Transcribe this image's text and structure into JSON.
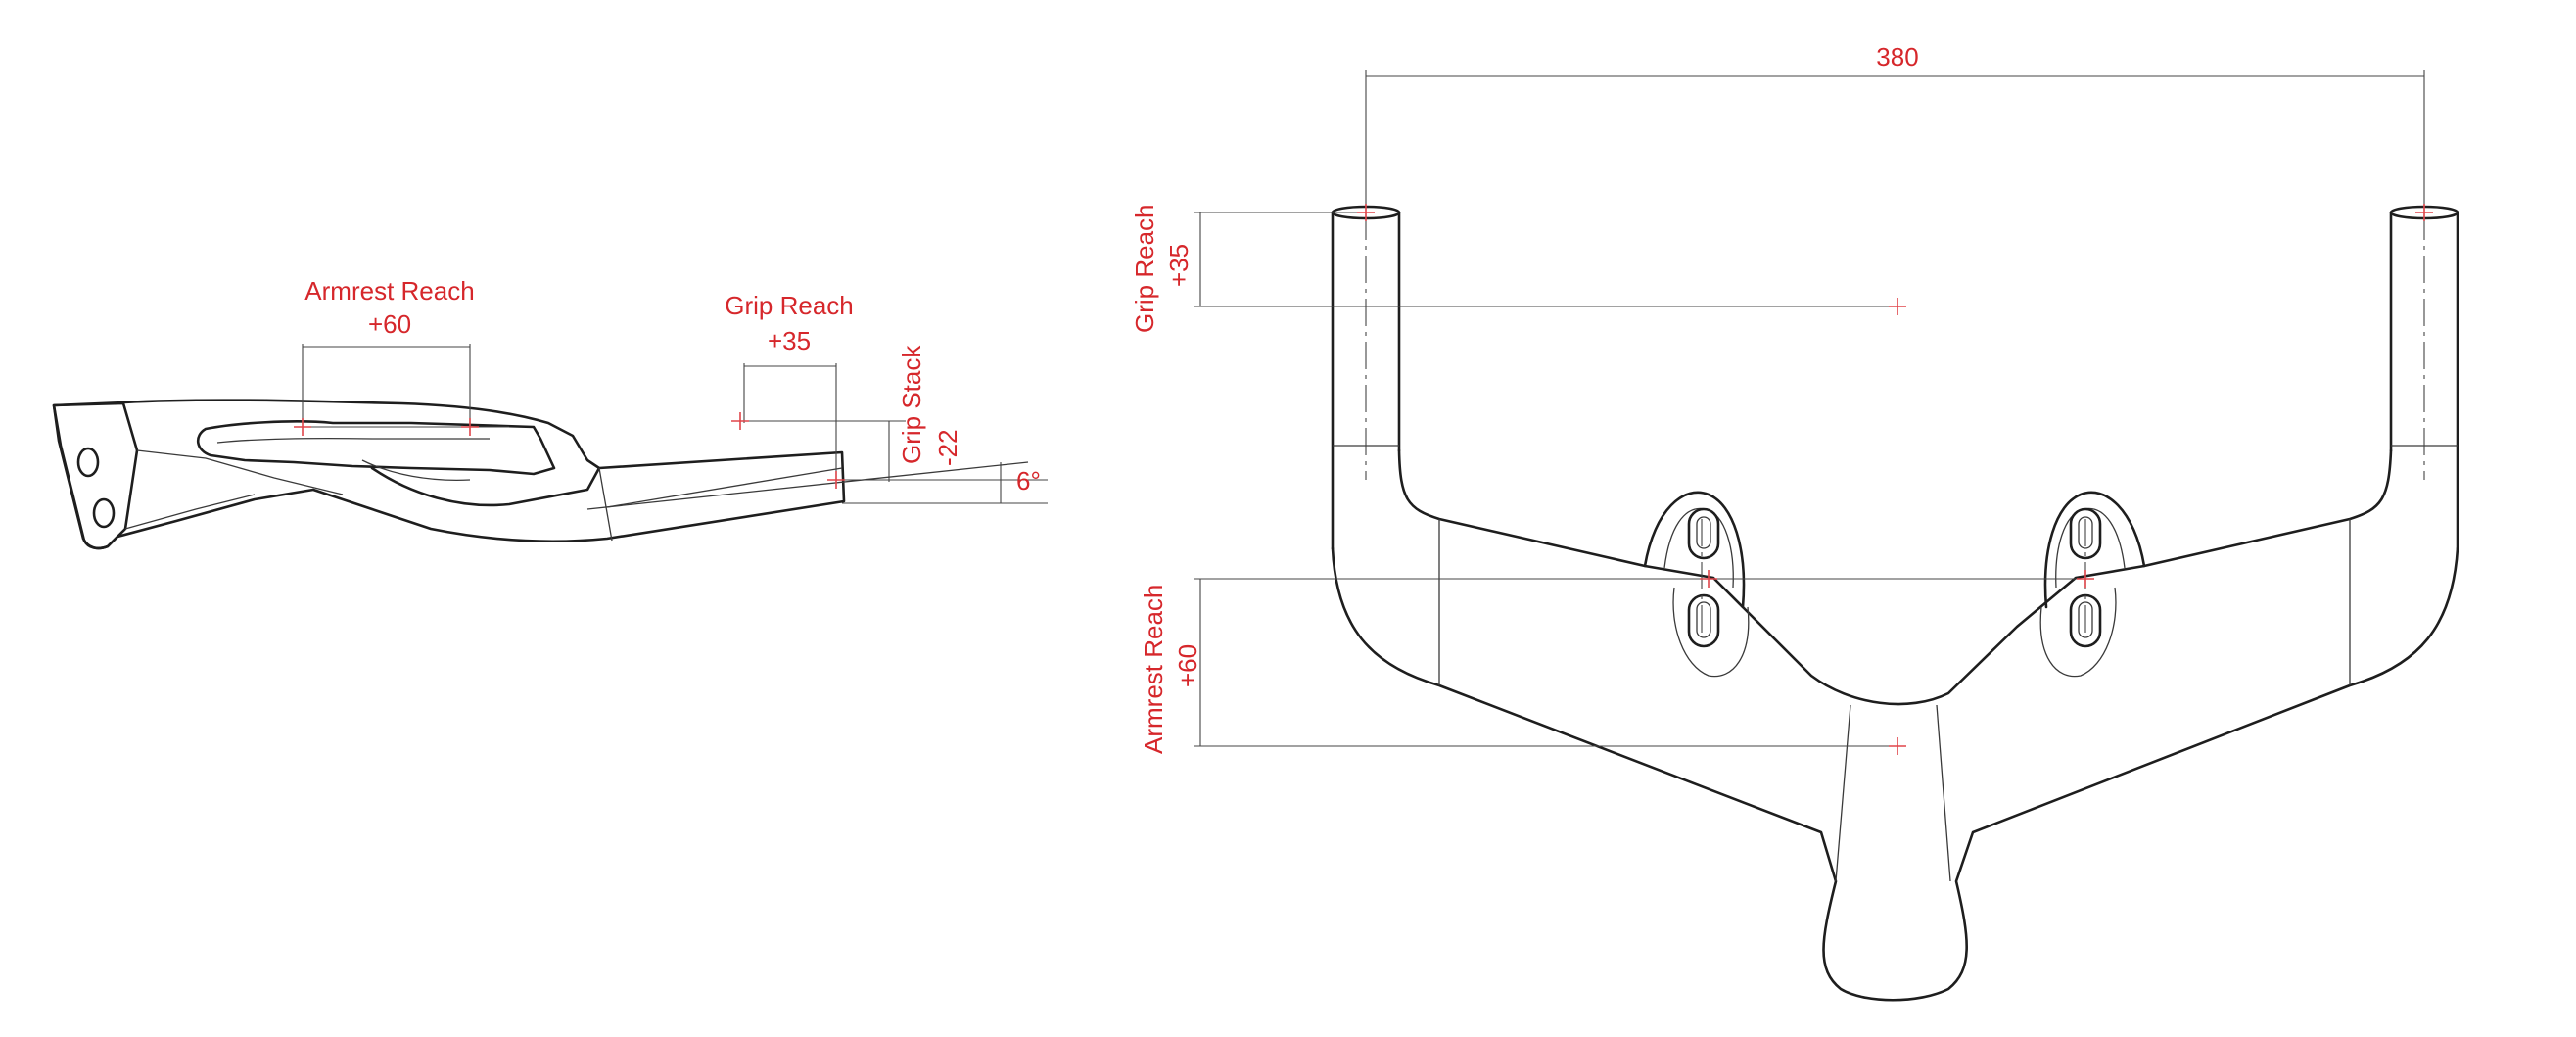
{
  "side_view": {
    "armrest_reach": {
      "label": "Armrest Reach",
      "value": "+60"
    },
    "grip_reach": {
      "label": "Grip Reach",
      "value": "+35"
    },
    "grip_stack": {
      "label": "Grip Stack",
      "value": "-22"
    },
    "angle": "6°"
  },
  "front_view": {
    "width": "380",
    "grip_reach": {
      "label": "Grip Reach",
      "value": "+35"
    },
    "armrest_reach": {
      "label": "Armrest Reach",
      "value": "+60"
    }
  },
  "colors": {
    "annotation": "#d6272b",
    "outline": "#1e1e1e"
  }
}
